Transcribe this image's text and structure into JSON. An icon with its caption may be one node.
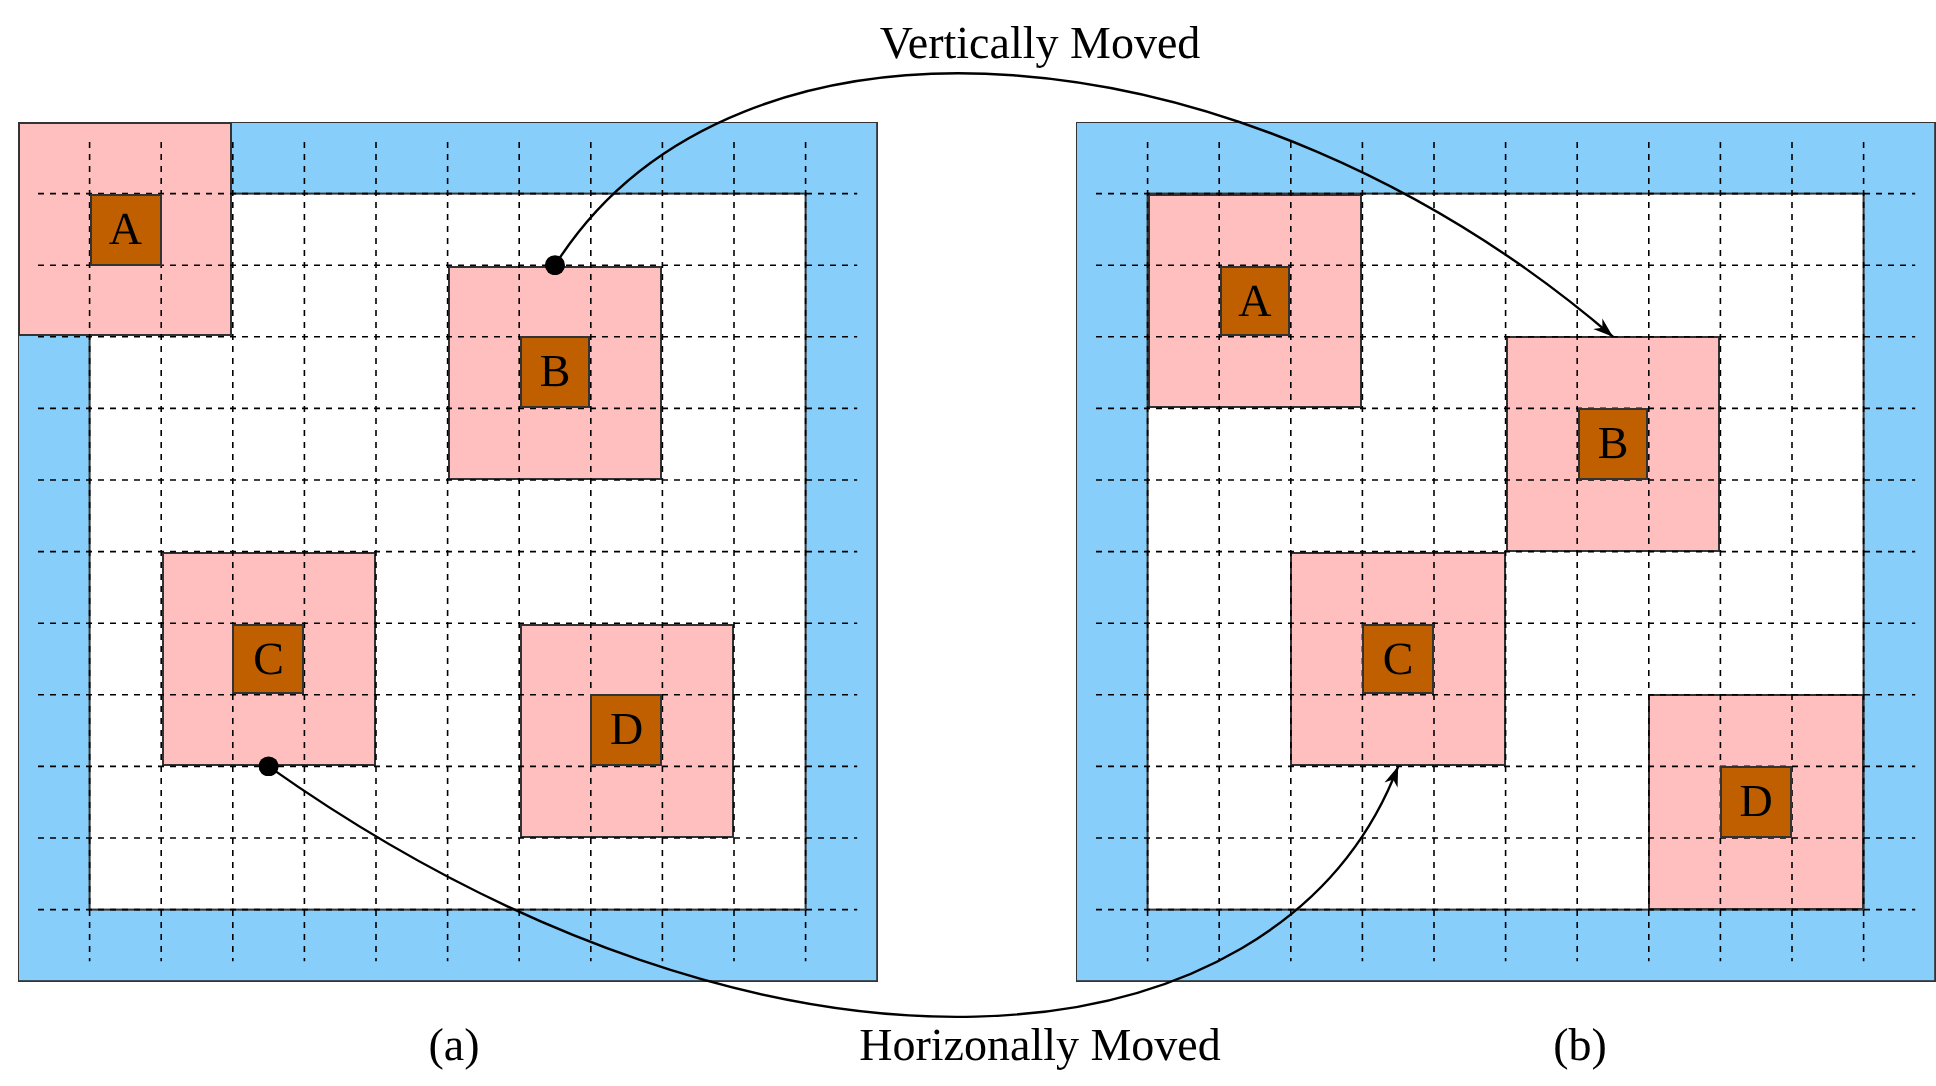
{
  "diagram": {
    "nodes": [
      {
        "text": [],
        "shape": "box",
        "beside": [
          "(a)"
        ]
      },
      {
        "text": [
          "A"
        ],
        "in": 0
      },
      {
        "text": [
          "B"
        ],
        "in": 0
      },
      {
        "text": [
          "C"
        ],
        "in": 0
      },
      {
        "text": [
          "D"
        ],
        "in": 0
      },
      {
        "text": [],
        "shape": "box",
        "beside": [
          "(b)"
        ]
      },
      {
        "text": [
          "A"
        ],
        "in": 5
      },
      {
        "text": [
          "B"
        ],
        "in": 5
      },
      {
        "text": [
          "C"
        ],
        "in": 5
      },
      {
        "text": [
          "D"
        ],
        "in": 5
      }
    ],
    "edges": [
      {
        "from": 2,
        "to": 7,
        "arrow": "to",
        "label": "Vertically Moved"
      },
      {
        "from": 3,
        "to": 8,
        "arrow": "to",
        "label": "Horizonally Moved"
      }
    ]
  }
}
